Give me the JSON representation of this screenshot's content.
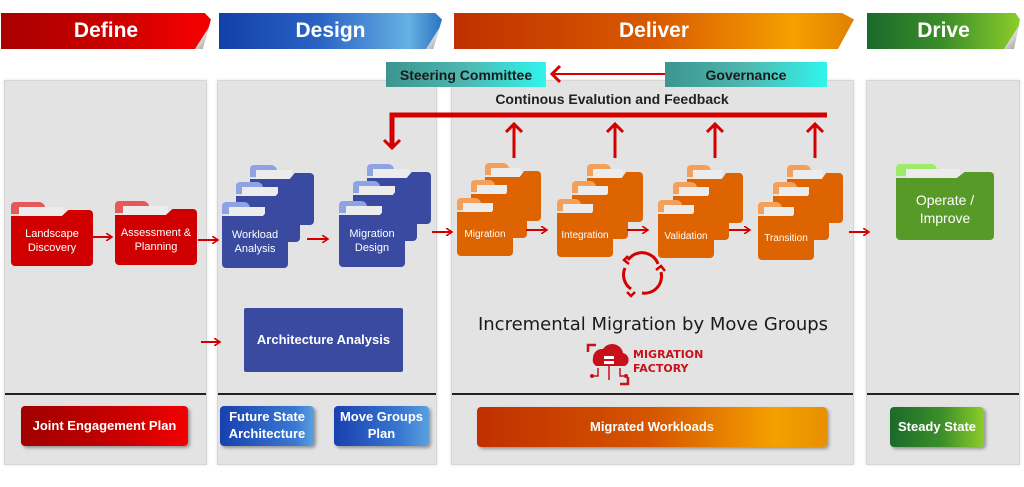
{
  "phases": [
    {
      "id": "define",
      "label": "Define",
      "color": "#cc0000"
    },
    {
      "id": "design",
      "label": "Design",
      "color": "#2a63c4"
    },
    {
      "id": "deliver",
      "label": "Deliver",
      "color": "#d85a00"
    },
    {
      "id": "drive",
      "label": "Drive",
      "color": "#3c8e2a"
    }
  ],
  "governance": {
    "steering_committee": "Steering Committee",
    "governance": "Governance",
    "feedback_label": "Continous Evalution and Feedback"
  },
  "define": {
    "steps": [
      "Landscape Discovery",
      "Assessment & Planning"
    ],
    "deliverable": "Joint Engagement Plan"
  },
  "design": {
    "steps": [
      "Workload Analysis",
      "Migration Design"
    ],
    "architecture": "Architecture Analysis",
    "deliverables": [
      "Future State Architecture",
      "Move Groups Plan"
    ]
  },
  "deliver": {
    "steps": [
      "Migration",
      "Integration",
      "Validation",
      "Transition"
    ],
    "cycle_icon": "refresh-cycle-icon",
    "incremental_label": "Incremental Migration by Move Groups",
    "factory_line1": "MIGRATION",
    "factory_line2": "FACTORY",
    "deliverable": "Migrated Workloads"
  },
  "drive": {
    "step": "Operate / Improve",
    "deliverable": "Steady State"
  },
  "colors": {
    "arrow_red": "#d40000",
    "define_red": "#d10000",
    "design_blue": "#3a4aa0",
    "deliver_orange": "#dd6400",
    "drive_green": "#589a28",
    "teal": "#4fb7b0"
  }
}
